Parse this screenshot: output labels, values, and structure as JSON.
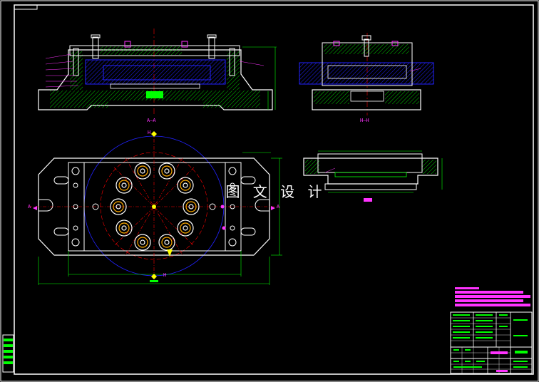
{
  "drawing": {
    "watermark": "图 文 设 计",
    "section_labels": {
      "section_aa": "A—A",
      "section_hh": "H—H",
      "marker_h_top": "H",
      "marker_h_bottom": "H",
      "marker_a_left": "A",
      "marker_a_right": "A"
    },
    "colors": {
      "background": "#000000",
      "outline": "#ffffff",
      "hatch": "#00ff00",
      "dimension": "#00ff00",
      "center_line": "#ff0000",
      "hidden": "#0000ff",
      "annotation": "#ff00ff",
      "circle_orange": "#ffaa00"
    }
  }
}
